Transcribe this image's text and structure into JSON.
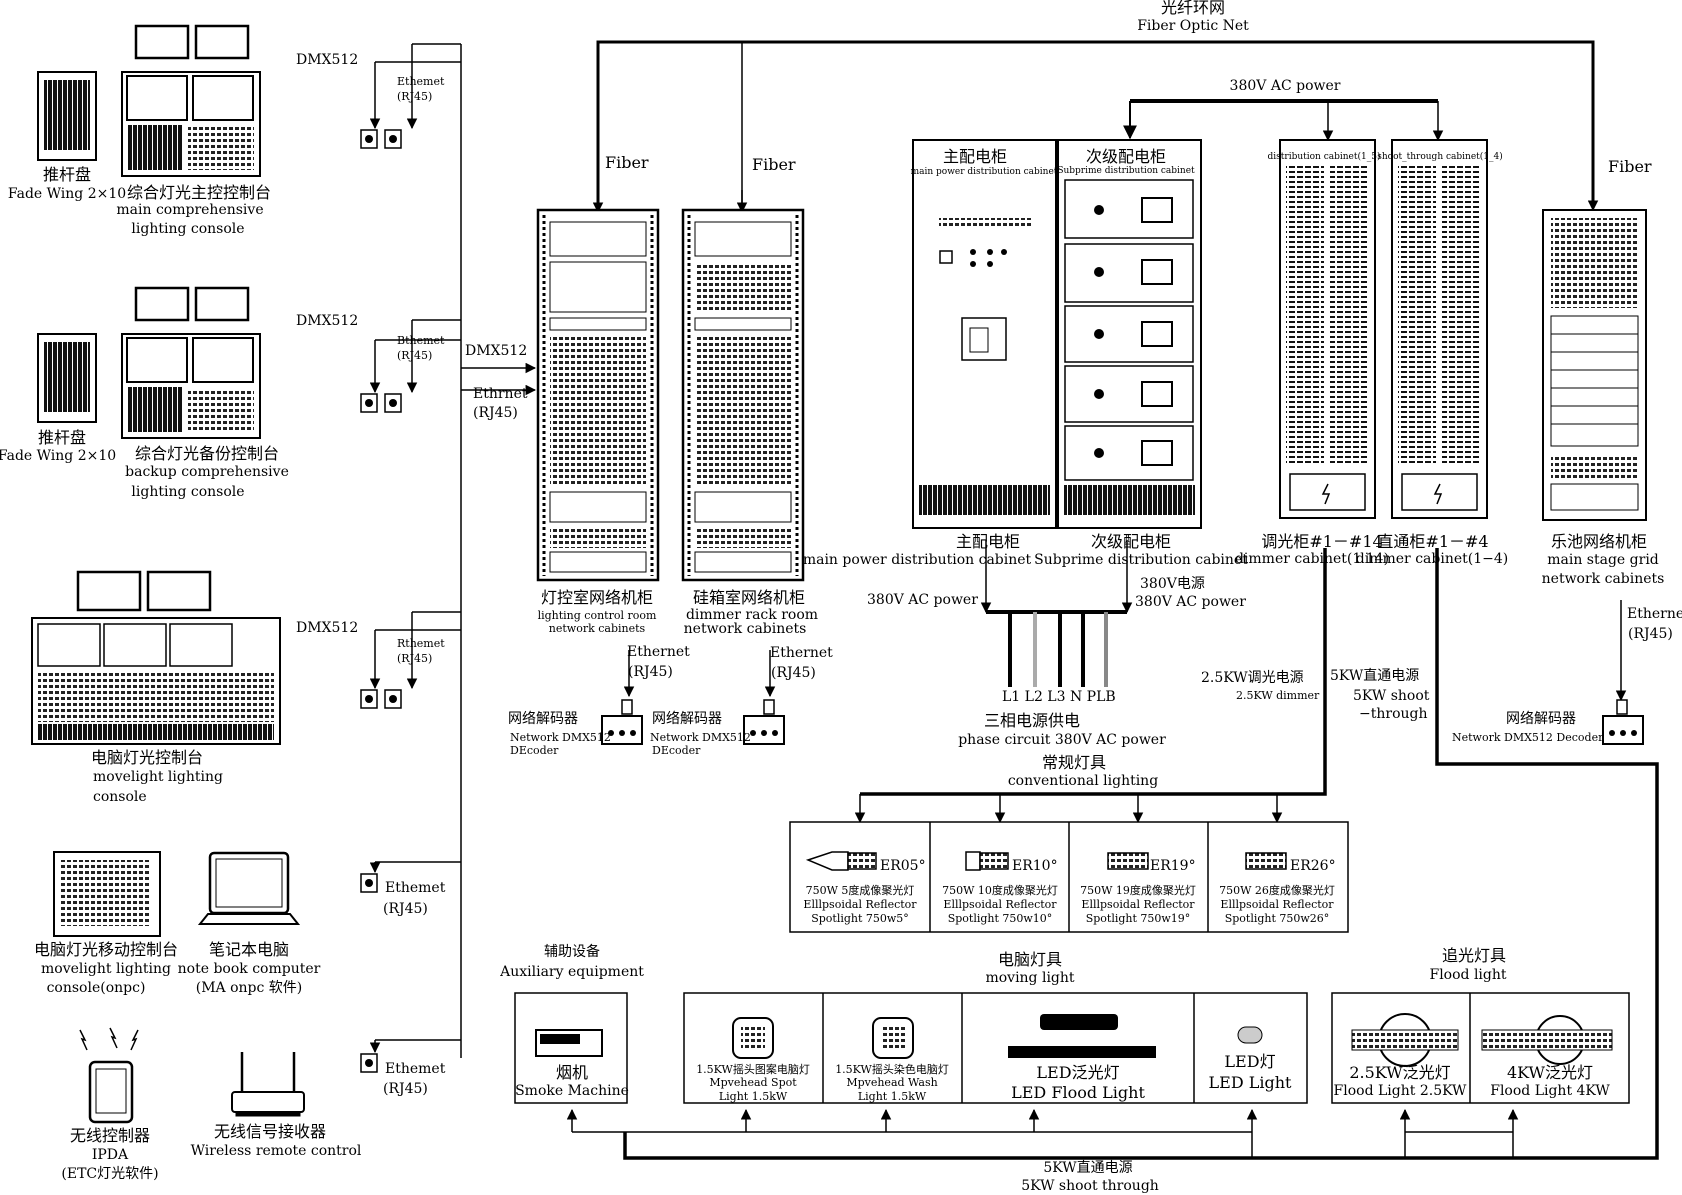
{
  "fiber": {
    "cn": "光纤环网",
    "en": "Fiber Optic Net",
    "label": "Fiber"
  },
  "power380": "380V AC power",
  "consoles": {
    "fade1": {
      "cn": "推杆盘",
      "en": "Fade Wing 2×10"
    },
    "main": {
      "cn": "综合灯光主控控制台",
      "en1": "main comprehensive",
      "en2": "lighting console"
    },
    "fade2": {
      "cn": "推杆盘",
      "en": "Fade Wing 2×10"
    },
    "backup": {
      "cn": "综合灯光备份控制台",
      "en1": "backup comprehensive",
      "en2": "lighting console"
    },
    "move": {
      "cn": "电脑灯光控制台",
      "en1": "movelight lighting",
      "en2": "console"
    },
    "onpc": {
      "cn": "电脑灯光移动控制台",
      "en1": "movelight lighting",
      "en2": "console(onpc)"
    },
    "notebook": {
      "cn": "笔记本电脑",
      "en1": "note book computer",
      "en2": "(MA onpc 软件)"
    },
    "ipda": {
      "cn": "无线控制器",
      "en1": "IPDA",
      "en2": "(ETC灯光软件)"
    },
    "wireless": {
      "cn": "无线信号接收器",
      "en": "Wireless remote control"
    }
  },
  "links": {
    "dmx": "DMX512",
    "eth": "Ethemet",
    "eth2": "Ethemet",
    "eth3": "Ethernet",
    "rth": "Rthemet",
    "bth": "Bthemet",
    "rj45": "(RJ45)",
    "dmx_trunk": "DMX512",
    "ethrnet": "Ethrnet",
    "ethernet": "Ethernet"
  },
  "racks": {
    "lcr": {
      "cn": "灯控室网络机柜",
      "en1": "lighting control room",
      "en2": "network cabinets"
    },
    "drr": {
      "cn": "硅箱室网络机柜",
      "en1": "dimmer rack room",
      "en2": "network cabinets"
    },
    "decoder_cn": "网络解码器",
    "decoder_en1": "Network DMX512",
    "decoder_en2": "DEcoder",
    "decoder3_en": "Network DMX512 Decoder"
  },
  "cabinets": {
    "main": {
      "cn": "主配电柜",
      "en": "main power distribution cabinet",
      "top_cn": "主配电柜",
      "top_en": "main power distribution cabinet"
    },
    "sub": {
      "cn": "次级配电柜",
      "en": "Subprime distribution cabinet",
      "top_cn": "次级配电柜",
      "top_en": "Subprime distribution cabinet"
    },
    "dimmer": {
      "cn": "调光柜#1－#14",
      "en": "dimmer cabinet(1  14)",
      "top": "distribution cabinet(1_5)"
    },
    "through": {
      "cn": "直通柜#1－#4",
      "en": "dimmer cabinet(1−4)",
      "top": "shoot_through cabinet(1_4)"
    },
    "stage": {
      "cn": "乐池网络机柜",
      "en1": "main stage grid",
      "en2": "network cabinets"
    }
  },
  "power": {
    "left": "380V AC power",
    "right_cn": "380V电源",
    "right_en": "380V AC power",
    "phases": "L1 L2 L3  N  PLB",
    "three_cn": "三相电源供电",
    "three_en": "phase circuit 380V AC power",
    "dim_cn": "2.5KW调光电源",
    "dim_en": "2.5KW dimmer",
    "shoot_cn": "5KW直通电源",
    "shoot_en1": "5KW shoot",
    "shoot_en2": "−through",
    "bottom_cn": "5KW直通电源",
    "bottom_en": "5KW shoot   through"
  },
  "conventional": {
    "cn": "常规灯具",
    "en": "conventional lighting",
    "items": [
      {
        "code": "ER05°",
        "cn": "750W 5度成像聚光灯",
        "en1": "Elllpsoidal Reflector",
        "en2": "Spotlight 750w5°"
      },
      {
        "code": "ER10°",
        "cn": "750W 10度成像聚光灯",
        "en1": "Elllpsoidal Reflector",
        "en2": "Spotlight 750w10°"
      },
      {
        "code": "ER19°",
        "cn": "750W 19度成像聚光灯",
        "en1": "Elllpsoidal Reflector",
        "en2": "Spotlight 750w19°"
      },
      {
        "code": "ER26°",
        "cn": "750W 26度成像聚光灯",
        "en1": "Elllpsoidal Reflector",
        "en2": "Spotlight 750w26°"
      }
    ]
  },
  "auxiliary": {
    "cn": "辅助设备",
    "en": "Auxiliary equipment",
    "smoke_cn": "烟机",
    "smoke_en": "Smoke Machine"
  },
  "moving": {
    "cn": "电脑灯具",
    "en": "moving light",
    "spot_cn": "1.5KW摇头图案电脑灯",
    "spot_en1": "Mpvehead Spot",
    "spot_en2": "Light 1.5kW",
    "wash_cn": "1.5KW摇头染色电脑灯",
    "wash_en1": "Mpvehead Wash",
    "wash_en2": "Light 1.5kW",
    "flood_cn": "LED泛光灯",
    "flood_en": "LED Flood Light",
    "led_cn": "LED灯",
    "led_en": "LED Light"
  },
  "follow": {
    "cn": "追光灯具",
    "en": "Flood light",
    "f25_cn": "2.5KW泛光灯",
    "f25_en": "Flood Light 2.5KW",
    "f4_cn": "4KW泛光灯",
    "f4_en": "Flood Light 4KW"
  }
}
